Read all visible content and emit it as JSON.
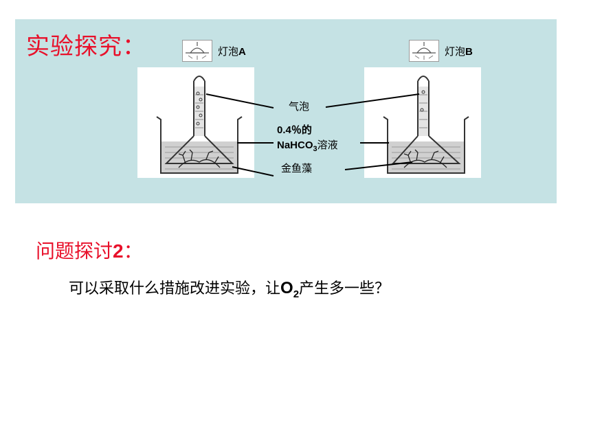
{
  "header": {
    "title": "实验探究："
  },
  "lamps": [
    {
      "prefix": "灯泡",
      "letter": "A",
      "icon": "lamp-icon"
    },
    {
      "prefix": "灯泡",
      "letter": "B",
      "icon": "lamp-icon"
    }
  ],
  "labels": {
    "bubbles": "气泡",
    "solution_line1": "0.4％的",
    "solution_formula": "NaHCO",
    "solution_subscript": "3",
    "solution_suffix": "溶液",
    "plant": "金鱼藻"
  },
  "question": {
    "title_text": "问题探讨",
    "title_number": "2",
    "title_colon": "：",
    "text_before": "可以采取什么措施改进实验，让",
    "formula": "O",
    "formula_subscript": "2",
    "text_after": "产生多一些？"
  }
}
